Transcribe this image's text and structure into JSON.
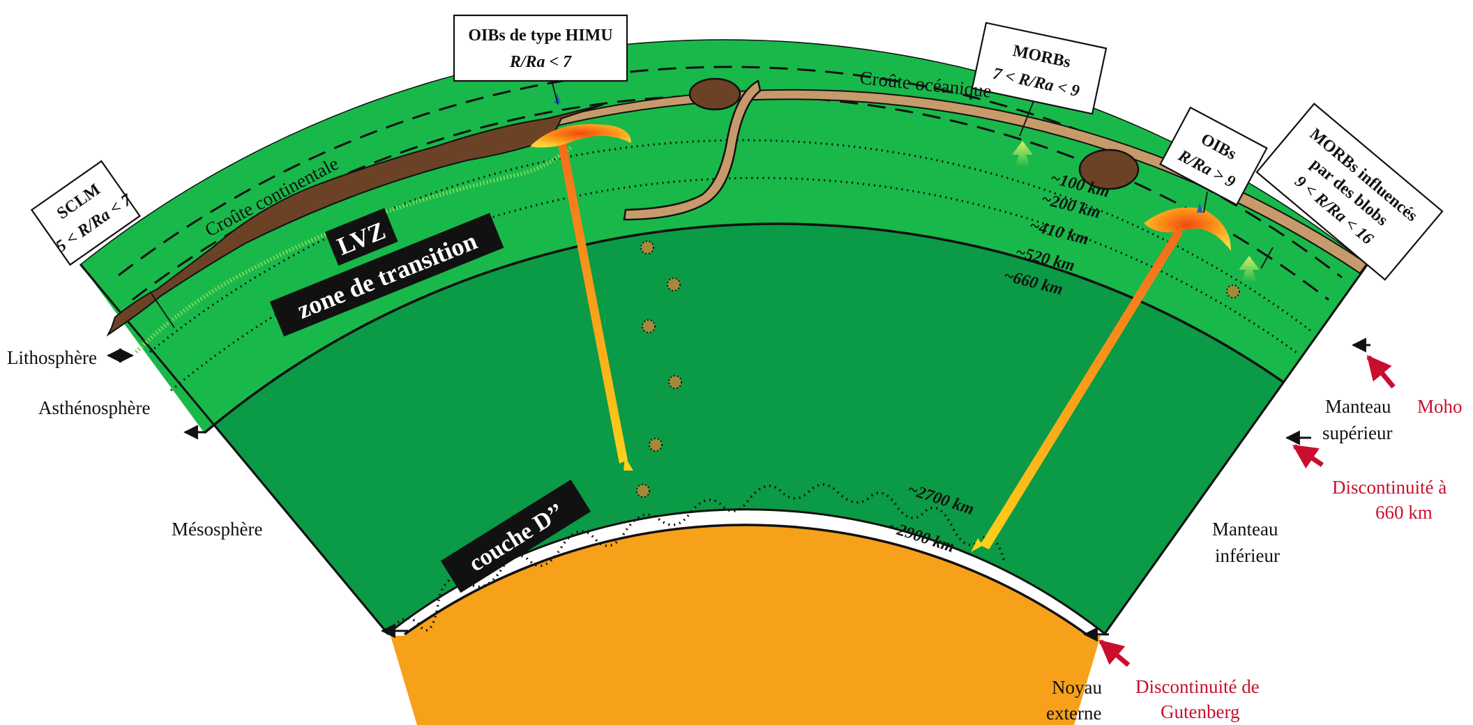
{
  "diagram": {
    "layers": {
      "crust_continental": "Croûte continentale",
      "crust_oceanic": "Croûte océanique",
      "lvz": "LVZ",
      "transition_zone": "zone de transition",
      "layer_d2": "couche D’’"
    },
    "depths": {
      "d100": "~100 km",
      "d200": "~200 km",
      "d410": "~410 km",
      "d520": "~520 km",
      "d660": "~660 km",
      "d2700": "~2700 km",
      "d2900": "~2900 km"
    },
    "left_labels": {
      "lithosphere": "Lithosphère",
      "asthenosphere": "Asthénosphère",
      "mesosphere": "Mésosphère"
    },
    "right_labels": {
      "upper_mantle_1": "Manteau",
      "upper_mantle_2": "supérieur",
      "lower_mantle_1": "Manteau",
      "lower_mantle_2": "inférieur",
      "outer_core_1": "Noyau",
      "outer_core_2": "externe"
    },
    "discontinuities": {
      "moho": "Moho",
      "d660_1": "Discontinuité à",
      "d660_2": "660 km",
      "gutenberg_1": "Discontinuité de",
      "gutenberg_2": "Gutenberg"
    },
    "boxes": {
      "sclm_title": "SCLM",
      "sclm_range": "5 < R/Ra < 7",
      "himu_title": "OIBs de type HIMU",
      "himu_range": "R/Ra < 7",
      "morbs_title": "MORBs",
      "morbs_range": "7 < R/Ra < 9",
      "oibs_title": "OIBs",
      "oibs_range": "R/Ra > 9",
      "blobs_title_1": "MORBs influencés",
      "blobs_title_2": "par des blobs",
      "blobs_range": "9 < R/Ra < 16"
    },
    "colors": {
      "mantle_dark": "#0b9a45",
      "upper_mantle": "#19b84a",
      "core": "#f7a01a",
      "crust_oceanic": "#c69a6b",
      "crust_continental": "#6b4226",
      "discontinuity_red": "#c8102e"
    }
  }
}
